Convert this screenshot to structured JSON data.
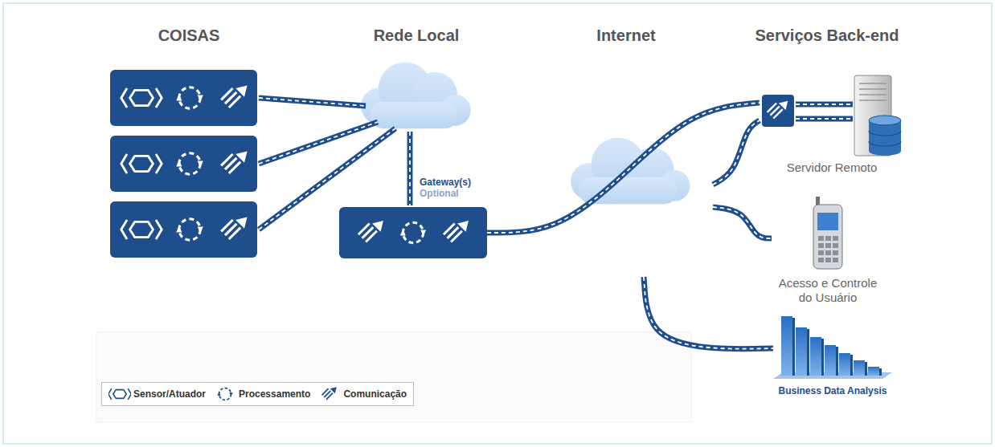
{
  "diagram": {
    "nodes": [
      {
        "text": [
          "COISAS"
        ]
      },
      {
        "text": [
          "Rede Local"
        ]
      },
      {
        "text": [
          "Gateway(s)",
          "Optional"
        ],
        "in": 1
      },
      {
        "text": [
          "Internet"
        ]
      },
      {
        "text": [
          "Serviços Back-end"
        ]
      },
      {
        "text": [
          "Servidor Remoto"
        ],
        "in": 4
      },
      {
        "text": [
          "Acesso e Controle do Usuário"
        ],
        "in": 4
      },
      {
        "text": [
          "Business Data Analysis"
        ],
        "in": 4
      }
    ],
    "edges": [
      {
        "from": 2,
        "to": 5,
        "arrow": "none"
      },
      {
        "from": 3,
        "to": 5,
        "arrow": "none"
      },
      {
        "from": 3,
        "to": 6,
        "arrow": "none"
      },
      {
        "from": 3,
        "to": 7,
        "arrow": "none"
      }
    ],
    "legend": [
      {
        "text": "Sensor/Atuador"
      },
      {
        "text": "Processamento"
      },
      {
        "text": "Comunicação"
      }
    ]
  }
}
